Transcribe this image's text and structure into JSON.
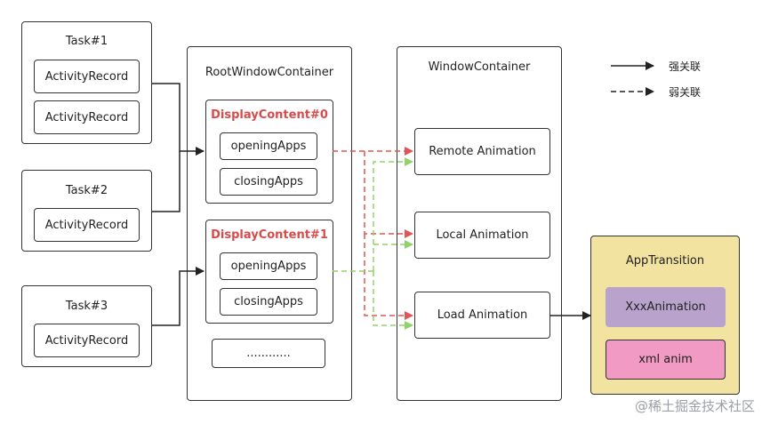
{
  "tasks": [
    {
      "title": "Task#1",
      "records": [
        "ActivityRecord",
        "ActivityRecord"
      ]
    },
    {
      "title": "Task#2",
      "records": [
        "ActivityRecord"
      ]
    },
    {
      "title": "Task#3",
      "records": [
        "ActivityRecord"
      ]
    }
  ],
  "root": {
    "title": "RootWindowContainer",
    "displays": [
      {
        "title": "DisplayContent#0",
        "items": [
          "openingApps",
          "closingApps"
        ]
      },
      {
        "title": "DisplayContent#1",
        "items": [
          "openingApps",
          "closingApps"
        ]
      }
    ],
    "ellipsis": "............"
  },
  "window": {
    "title": "WindowContainer",
    "animations": [
      "Remote Animation",
      "Local Animation",
      "Load Animation"
    ]
  },
  "app_transition": {
    "title": "AppTransition",
    "items": [
      "XxxAnimation",
      "xml anim"
    ]
  },
  "legend": {
    "strong": "强关联",
    "weak": "弱关联"
  },
  "colors": {
    "red_arrow": "#e05555",
    "green_arrow": "#8fd36a",
    "app_transition_bg": "#f2e3a0",
    "xxx_bg": "#b9a3cc",
    "xml_bg": "#f09ac4"
  },
  "watermark": "@稀土掘金技术社区"
}
